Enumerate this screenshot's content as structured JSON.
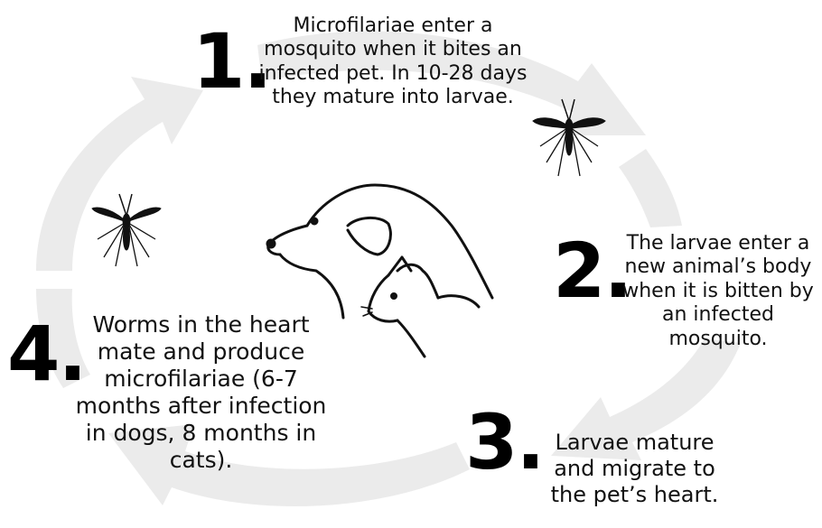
{
  "arrow_color": "#ebebeb",
  "steps": [
    {
      "number": "1.",
      "text": "Microfilariae enter a mosquito when it bites an infected pet. In 10-28 days they mature into larvae."
    },
    {
      "number": "2.",
      "text": "The larvae enter a new animal’s body when it is bitten by an infected mosquito."
    },
    {
      "number": "3.",
      "text": "Larvae mature and migrate to the pet’s heart."
    },
    {
      "number": "4.",
      "text": "Worms in the heart mate and produce microfilariae (6-7 months after infection in dogs, 8 months in cats)."
    }
  ],
  "icons": [
    "mosquito-icon",
    "dog-and-cat-illustration"
  ]
}
